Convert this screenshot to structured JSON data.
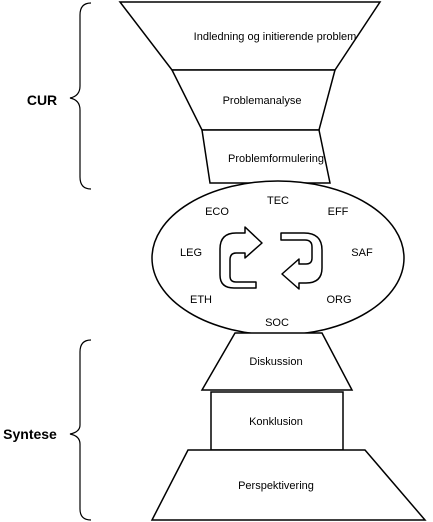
{
  "sections": {
    "cur": "CUR",
    "syntese": "Syntese"
  },
  "funnel": {
    "step1": "Indledning og initierende problem",
    "step2": "Problemanalyse",
    "step3": "Problemformulering"
  },
  "cycle": {
    "tec": "TEC",
    "eco": "ECO",
    "eff": "EFF",
    "leg": "LEG",
    "saf": "SAF",
    "eth": "ETH",
    "org": "ORG",
    "soc": "SOC"
  },
  "synthesis": {
    "step1": "Diskussion",
    "step2": "Konklusion",
    "step3": "Perspektivering"
  },
  "icons": [
    "circular-arrow-left-icon",
    "circular-arrow-right-icon"
  ]
}
